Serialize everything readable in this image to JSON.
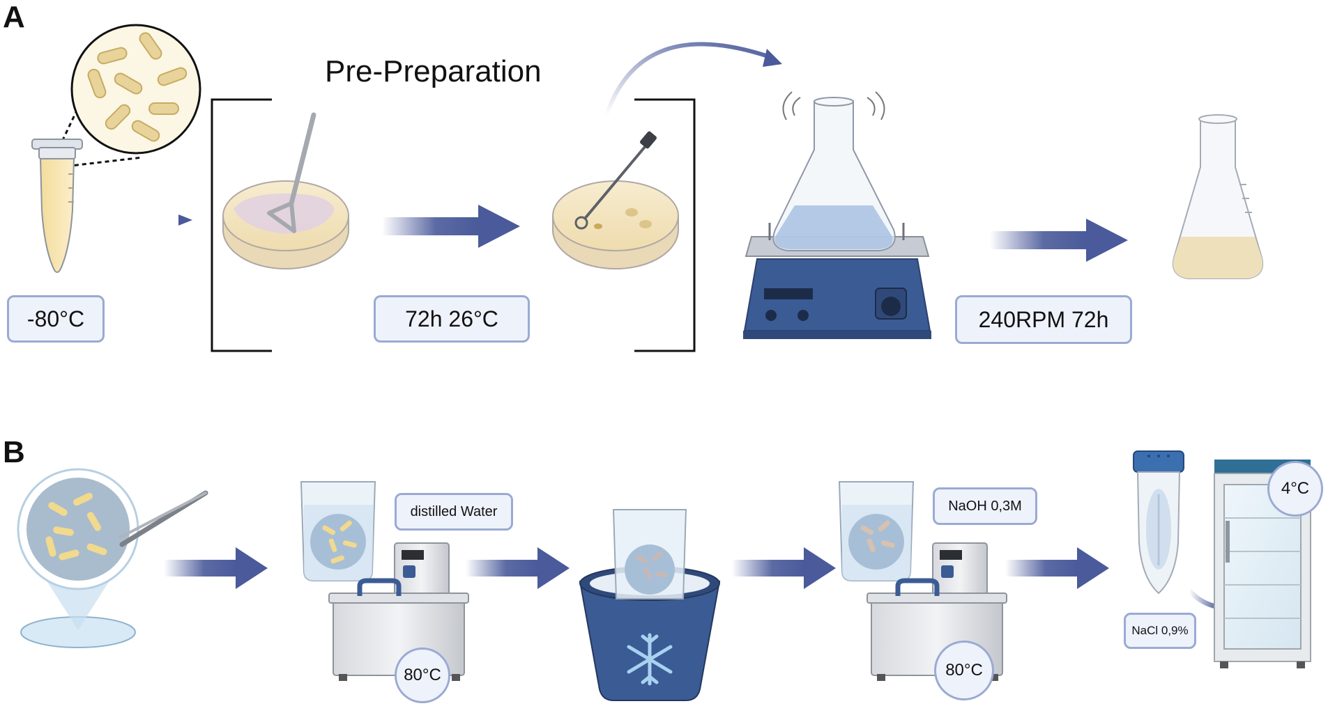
{
  "panels": {
    "a": {
      "letter": "A",
      "title": "Pre-Preparation"
    },
    "b": {
      "letter": "B"
    }
  },
  "labels": {
    "a_storage_temp": "-80°C",
    "a_incubation": "72h 26°C",
    "a_shaking": "240RPM 72h",
    "b_water": "distilled Water",
    "b_temp_1": "80°C",
    "b_naoh": "NaOH 0,3M",
    "b_temp_2": "80°C",
    "b_nacl": "NaCl 0,9%",
    "b_fridge_temp": "4°C"
  },
  "colors": {
    "arrow": "#4a5a9a",
    "label_border": "#9aaad2",
    "label_fill": "#eef2fb",
    "device_blue": "#3b5b95",
    "bacteria": "#e8d49a"
  }
}
